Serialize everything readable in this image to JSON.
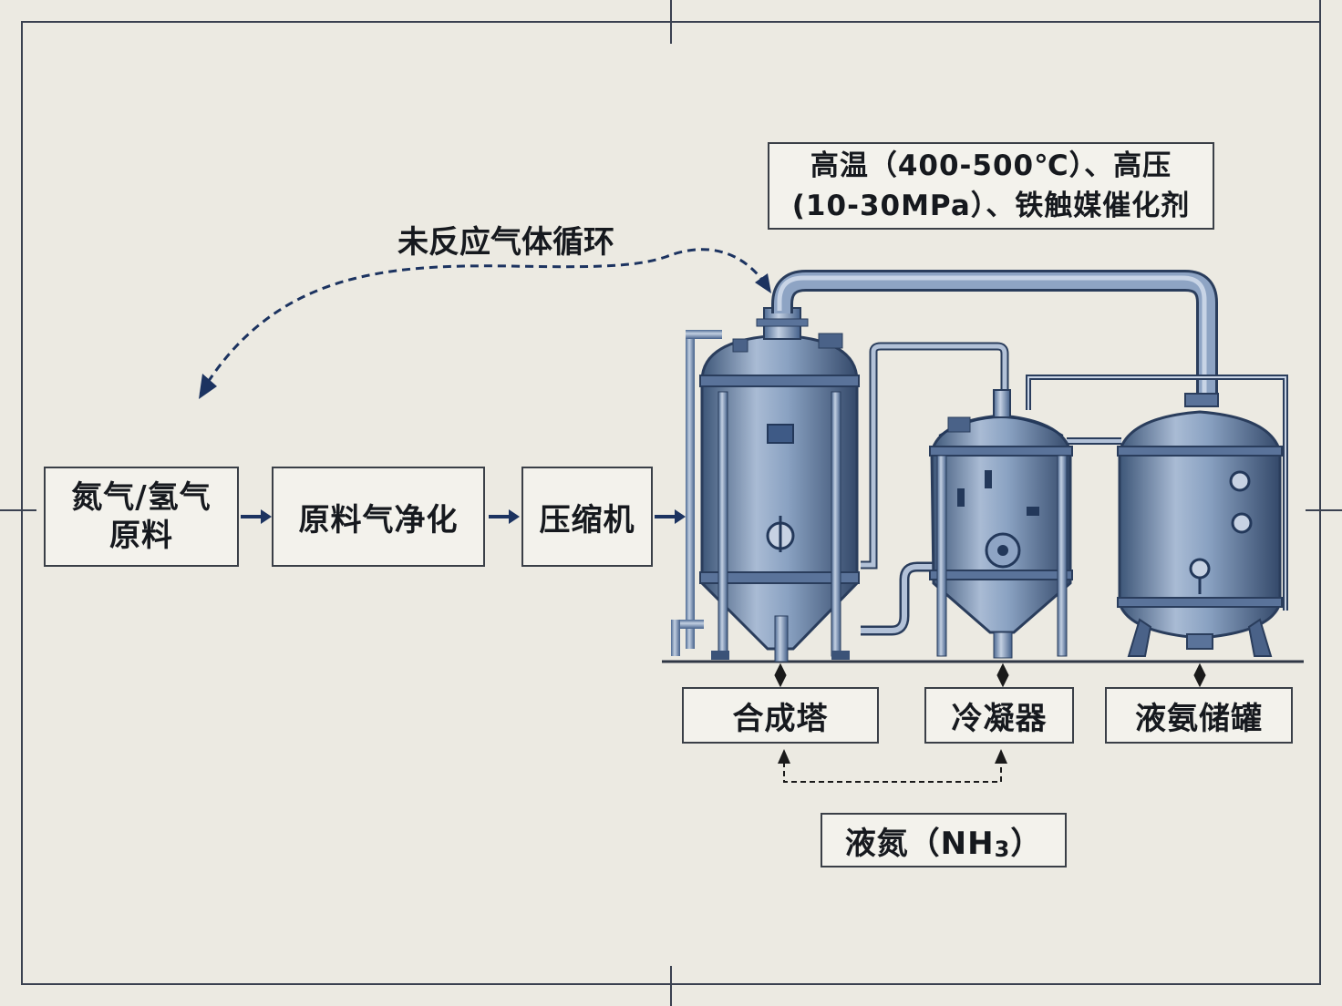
{
  "condition_box": {
    "line1": "高温（400-500℃）、高压",
    "line2": "(10-30MPa）、铁触媒催化剂"
  },
  "recycle_label": "未反应气体循环",
  "process_boxes": {
    "raw_material_line1": "氮气/氢气",
    "raw_material_line2": "原料",
    "purification": "原料气净化",
    "compressor": "压缩机"
  },
  "equipment_labels": {
    "synthesis_tower": "合成塔",
    "condenser": "冷凝器",
    "storage_tank": "液氨储罐"
  },
  "product": {
    "prefix": "液氮（NH",
    "subscript": "3",
    "suffix": "）"
  },
  "colors": {
    "background": "#eceae2",
    "line": "#1c3360",
    "vessel": "#6f88ad",
    "vessel_dark": "#3b5378",
    "text": "#16191e"
  }
}
